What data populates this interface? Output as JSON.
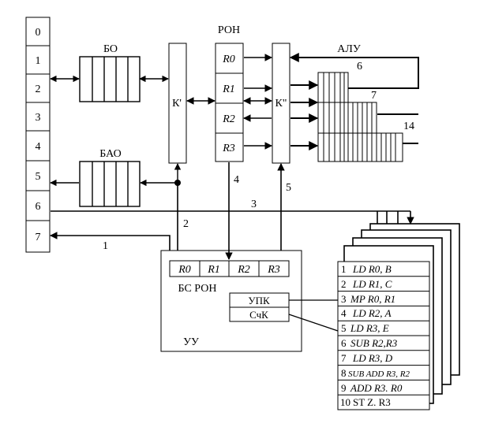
{
  "memory": {
    "cells": [
      "0",
      "1",
      "2",
      "3",
      "4",
      "5",
      "6",
      "7"
    ]
  },
  "bo": {
    "label": "БО"
  },
  "bao": {
    "label": "БАО"
  },
  "ron": {
    "label": "РОН",
    "registers": [
      "R0",
      "R1",
      "R2",
      "R3"
    ]
  },
  "switch1": {
    "label": "К'"
  },
  "switch2": {
    "label": "К\""
  },
  "alu": {
    "label": "АЛУ",
    "stage_labels": [
      "6",
      "7",
      "14"
    ]
  },
  "bus_labels": [
    "1",
    "2",
    "3",
    "4",
    "5"
  ],
  "control": {
    "label": "УУ",
    "bs_ron_label": "БС РОН",
    "bs_registers": [
      "R0",
      "R1",
      "R2",
      "R3"
    ],
    "upk_label": "УПК",
    "sck_label": "СчК"
  },
  "program": {
    "numbers": [
      "1",
      "2",
      "3",
      "4",
      "5",
      "6",
      "7",
      "8",
      "9",
      "10"
    ],
    "mnemonics": [
      "LD R0, B",
      "LD R1, C",
      "MP R0, R1",
      "LD R2, A",
      "LD R3, E",
      "SUB R2,R3",
      "LD R3, D",
      "SUB ADD R3, R2",
      "ADD R3. R0",
      "ST Z. R3"
    ]
  }
}
